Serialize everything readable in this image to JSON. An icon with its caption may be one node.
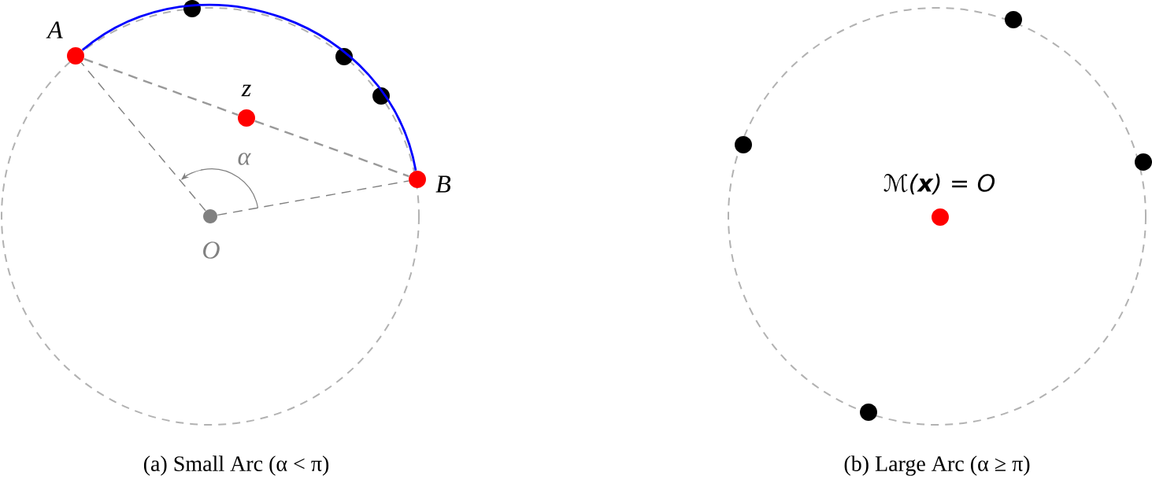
{
  "diagram": {
    "nodes": [
      {
        "text": [],
        "shape": "circle"
      },
      {
        "text": [],
        "shape": "circle",
        "beside": [
          "A"
        ]
      },
      {
        "text": [],
        "shape": "circle"
      },
      {
        "text": [],
        "shape": "circle"
      },
      {
        "text": [],
        "shape": "circle",
        "beside": [
          "z"
        ]
      },
      {
        "text": [],
        "shape": "circle",
        "beside": [
          "B"
        ]
      },
      {
        "text": [],
        "shape": "circle",
        "beside": [
          "O"
        ]
      },
      {
        "text": [],
        "shape": "circle"
      },
      {
        "text": [],
        "shape": "circle"
      },
      {
        "text": [],
        "shape": "circle"
      },
      {
        "text": [],
        "shape": "circle",
        "beside": [
          "ℳ(**x**) = O"
        ]
      },
      {
        "text": [],
        "shape": "circle"
      }
    ],
    "edges": [
      {
        "from": 1,
        "to": 5,
        "arrow": "none",
        "color": "#0000ff"
      },
      {
        "from": 1,
        "to": 4,
        "arrow": "none",
        "style": "dashed"
      },
      {
        "from": 4,
        "to": 5,
        "arrow": "none",
        "style": "dashed"
      },
      {
        "from": 6,
        "to": 1,
        "arrow": "none",
        "style": "dashed"
      },
      {
        "from": 6,
        "to": 5,
        "arrow": "none",
        "style": "dashed"
      }
    ],
    "labels": [
      "α",
      "(a) Small Arc (α < π)",
      "(b) Large Arc (α ≥ π)"
    ]
  }
}
